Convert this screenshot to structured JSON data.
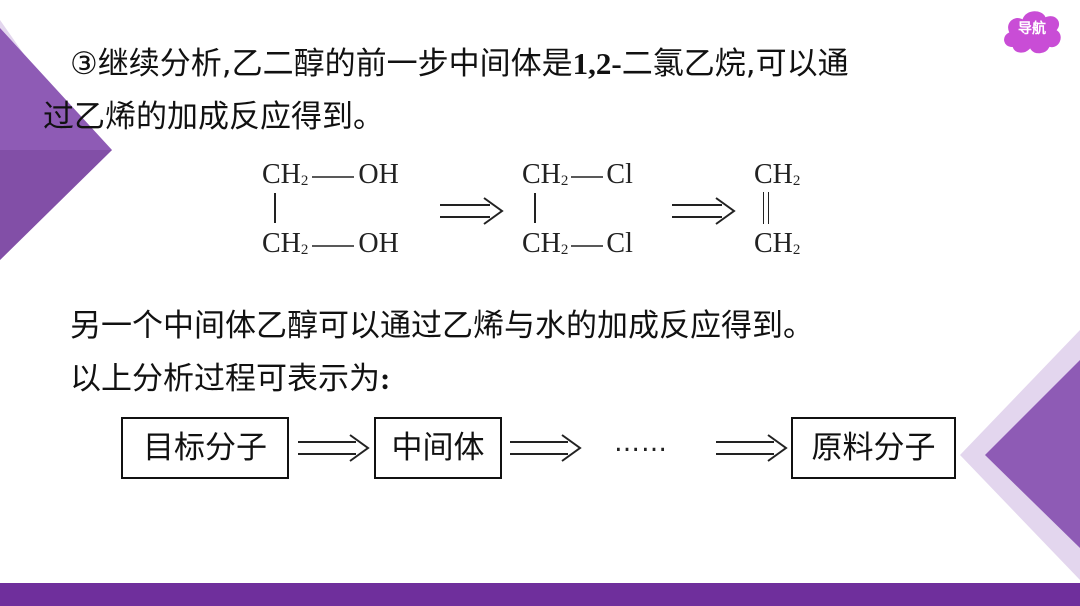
{
  "nav": {
    "label": "导航",
    "color": "#c94dd6"
  },
  "text": {
    "line1_start": "③继续分析,乙二醇的前一步中间体是",
    "line1_num": "1,2-",
    "line1_end": "二氯乙烷,可以通",
    "line2": "过乙烯的加成反应得到。",
    "line3": "另一个中间体乙醇可以通过乙烯与水的加成反应得到。",
    "line4": "以上分析过程可表示为",
    "line4_colon": ":"
  },
  "formula": {
    "ch2": "CH",
    "sub2": "2",
    "group1": "OH",
    "group2": "Cl"
  },
  "flow": {
    "target": "目标分子",
    "intermediate": "中间体",
    "ellipsis": "……",
    "raw": "原料分子"
  },
  "colors": {
    "accent_purple": "#6f2f9c",
    "deco_purple": "#8e5bb5",
    "deco_light": "#d9c9e6"
  }
}
